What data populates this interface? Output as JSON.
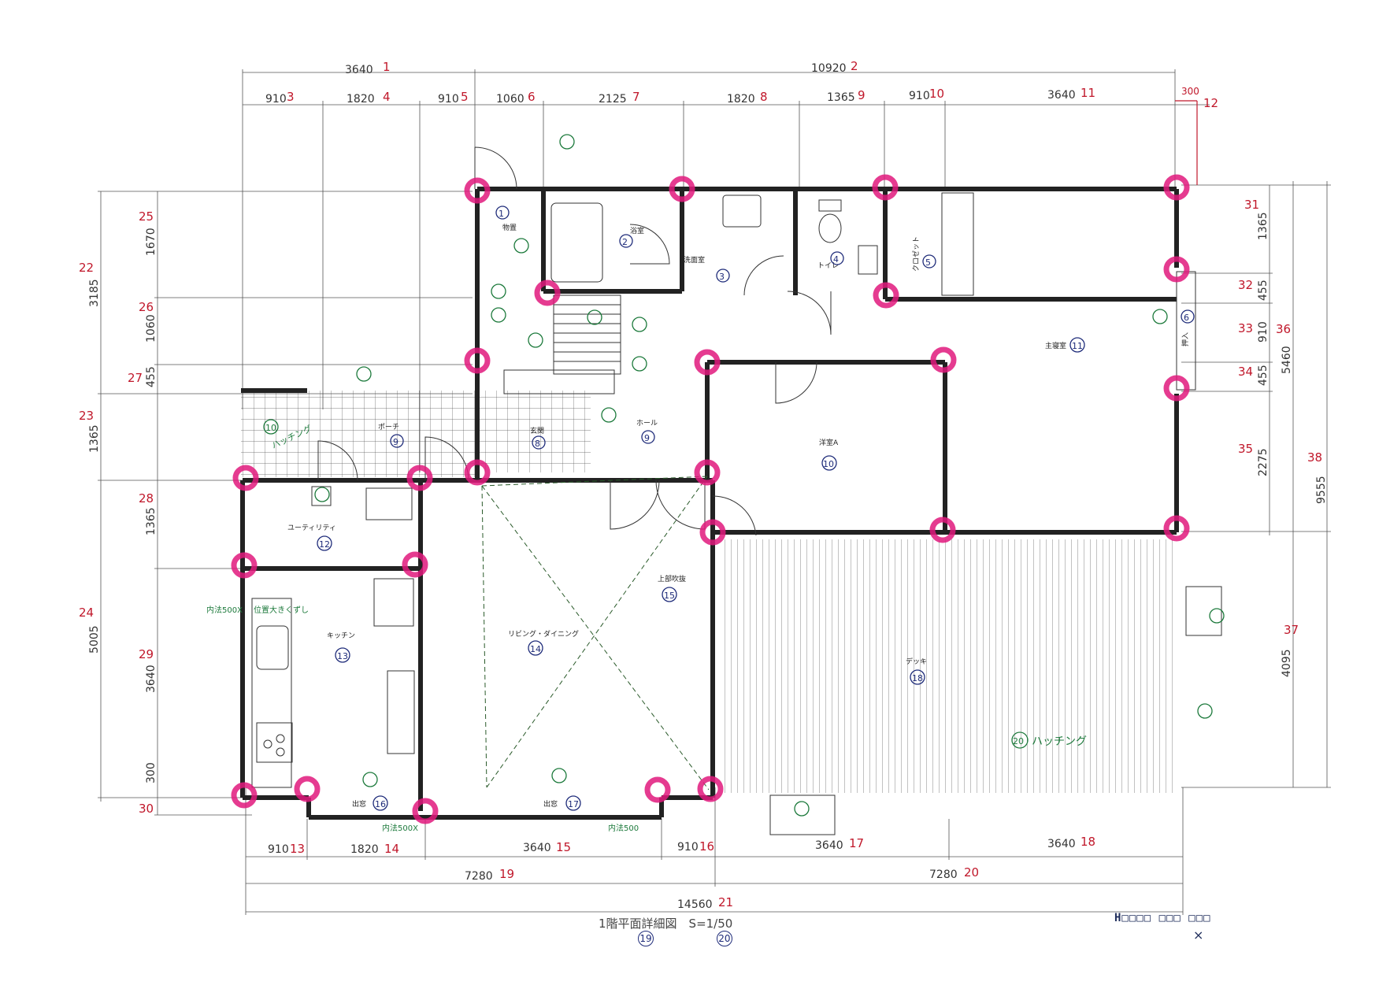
{
  "caption": "1階平面詳細図　S=1/50",
  "caption_marks": [
    "19",
    "20"
  ],
  "owner_label": "H□□□□ □□□ □□□",
  "owner_mark": "×",
  "top_dims_overall": [
    {
      "value": "3640",
      "mark": "1"
    },
    {
      "value": "10920",
      "mark": "2"
    }
  ],
  "top_dims_detail": [
    {
      "value": "910",
      "mark": "3"
    },
    {
      "value": "1820",
      "mark": "4"
    },
    {
      "value": "910",
      "mark": "5"
    },
    {
      "value": "1060",
      "mark": "6"
    },
    {
      "value": "2125",
      "mark": "7"
    },
    {
      "value": "1820",
      "mark": "8"
    },
    {
      "value": "1365",
      "mark": "9"
    },
    {
      "value": "910",
      "mark": "10"
    },
    {
      "value": "3640",
      "mark": "11"
    },
    {
      "value": "300",
      "mark": "12"
    }
  ],
  "bottom_dims_detail": [
    {
      "value": "910",
      "mark": "13"
    },
    {
      "value": "1820",
      "mark": "14"
    },
    {
      "value": "3640",
      "mark": "15"
    },
    {
      "value": "910",
      "mark": "16"
    },
    {
      "value": "3640",
      "mark": "17"
    },
    {
      "value": "3640",
      "mark": "18"
    }
  ],
  "bottom_dims_mid": [
    {
      "value": "7280",
      "mark": "19"
    },
    {
      "value": "7280",
      "mark": "20"
    }
  ],
  "bottom_dims_overall": [
    {
      "value": "14560",
      "mark": "21"
    }
  ],
  "left_dims_outer": [
    {
      "value": "3185",
      "mark": "22"
    },
    {
      "value": "1365",
      "mark": "23"
    },
    {
      "value": "5005",
      "mark": "24"
    }
  ],
  "left_dims_inner": [
    {
      "value": "1670",
      "mark": "25"
    },
    {
      "value": "1060",
      "mark": "26"
    },
    {
      "value": "455",
      "mark": "27"
    },
    {
      "value": "1365",
      "mark": "28"
    },
    {
      "value": "3640",
      "mark": "29"
    },
    {
      "value": "300",
      "mark": "30"
    }
  ],
  "right_dims_inner": [
    {
      "value": "1365",
      "mark": "31"
    },
    {
      "value": "455",
      "mark": "32"
    },
    {
      "value": "910",
      "mark": "33"
    },
    {
      "value": "455",
      "mark": "34"
    },
    {
      "value": "2275",
      "mark": "35"
    },
    {
      "value": "4095",
      "mark": "37"
    }
  ],
  "right_dims_outer": [
    {
      "value": "5460",
      "mark": "36"
    },
    {
      "value": "9555",
      "mark": "38"
    }
  ],
  "rooms": [
    {
      "name": "物置",
      "mark": "1"
    },
    {
      "name": "浴室",
      "mark": "2"
    },
    {
      "name": "洗面室",
      "mark": "3"
    },
    {
      "name": "トイレ",
      "mark": "4"
    },
    {
      "name": "クロゼット",
      "mark": "5"
    },
    {
      "name": "押入",
      "mark": "6"
    },
    {
      "name": "ポーチ",
      "mark": "9"
    },
    {
      "name": "ハッチング",
      "mark": "10"
    },
    {
      "name": "玄関",
      "mark": "8"
    },
    {
      "name": "ホール",
      "mark": "9"
    },
    {
      "name": "洋室A",
      "mark": "10"
    },
    {
      "name": "主寝室",
      "mark": "11"
    },
    {
      "name": "ユーティリティ",
      "mark": "12"
    },
    {
      "name": "キッチン",
      "mark": "13"
    },
    {
      "name": "リビング・ダイニング",
      "mark": "14"
    },
    {
      "name": "上部吹抜",
      "mark": "15"
    },
    {
      "name": "出窓",
      "mark": "16"
    },
    {
      "name": "出窓",
      "mark": "17"
    },
    {
      "name": "デッキ",
      "mark": "18"
    },
    {
      "name": "ハッチング",
      "mark": "20"
    }
  ],
  "notes": [
    {
      "text": "内法500X",
      "where": "kitchen-left"
    },
    {
      "text": "位置大きくずし",
      "where": "kitchen-left"
    },
    {
      "text": "内法500X",
      "where": "bay-window-1"
    },
    {
      "text": "内法500",
      "where": "bay-window-2"
    }
  ],
  "colors": {
    "ink": "#222222",
    "dimension": "#555555",
    "red_annotation": "#c0172a",
    "blue_annotation": "#1f2c7a",
    "green_annotation": "#1d7a3c",
    "pink_highlight": "#e0197c"
  }
}
